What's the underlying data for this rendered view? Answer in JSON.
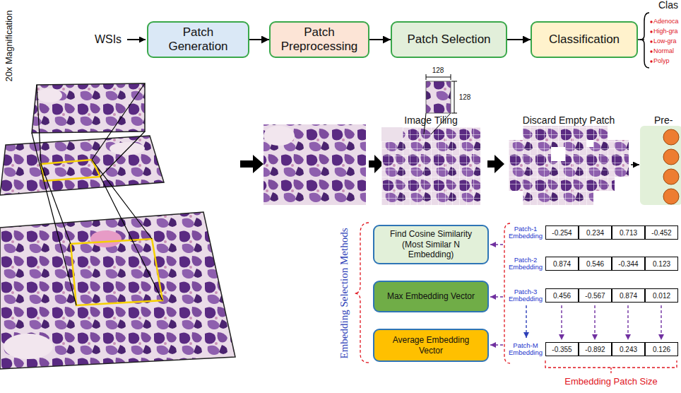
{
  "diagram": {
    "nodes": [
      {
        "text": [
          "Patch Generation"
        ]
      },
      {
        "text": [
          "Patch Preprocessing"
        ]
      },
      {
        "text": [
          "Patch Selection"
        ]
      },
      {
        "text": [
          "Classification"
        ]
      },
      {
        "text": [
          "Find Cosine Similarity (Most Similar N Embedding)"
        ]
      },
      {
        "text": [
          "Max Embedding Vector"
        ]
      },
      {
        "text": [
          "Average Embedding Vector"
        ]
      }
    ],
    "edges": [
      {
        "from": 0,
        "to": 1,
        "arrow": "to"
      },
      {
        "from": 1,
        "to": 2,
        "arrow": "to"
      },
      {
        "from": 2,
        "to": 3,
        "arrow": "to"
      }
    ],
    "labels": [
      "WSIs",
      "Clas",
      "Adenoca",
      "High-gra",
      "Low-gra",
      "Normal",
      "Polyp",
      "20x Magnification",
      "128",
      "128",
      "Image Tiling",
      "Discard Empty Patch",
      "Pre-",
      "Embedding Selection Methods",
      "Patch-1 Embedding",
      "-0.254",
      "0.234",
      "0.713",
      "-0.452",
      "Patch-2 Embedding",
      "0.874",
      "0.546",
      "-0.344",
      "0.123",
      "Patch-3 Embedding",
      "0.456",
      "-0.567",
      "0.874",
      "0.012",
      "Patch-M Embedding",
      "-0.355",
      "-0.892",
      "0.243",
      "0.126",
      "Embedding Patch Size"
    ]
  }
}
